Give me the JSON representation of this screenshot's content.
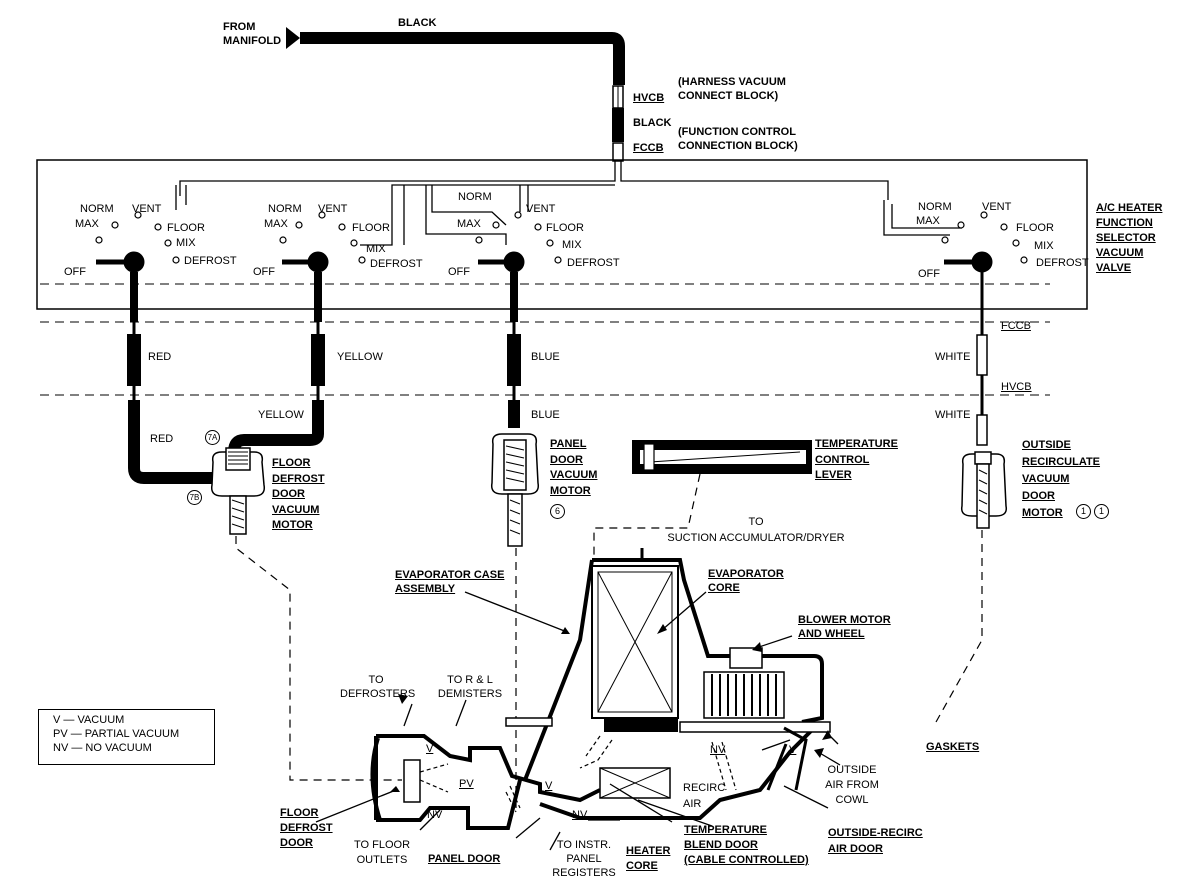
{
  "source": {
    "from_manifold": "FROM\nMANIFOLD",
    "black_top": "BLACK"
  },
  "hvcb": {
    "code": "HVCB",
    "desc": "(HARNESS VACUUM\nCONNECT BLOCK)"
  },
  "fccb": {
    "code": "FCCB",
    "desc": "(FUNCTION CONTROL\nCONNECTION BLOCK)"
  },
  "black_mid": "BLACK",
  "valve_title": "A/C HEATER\nFUNCTION\nSELECTOR\nVACUUM\nVALVE",
  "positions": {
    "norm": "NORM",
    "max": "MAX",
    "vent": "VENT",
    "floor": "FLOOR",
    "mix": "MIX",
    "defrost": "DEFROST",
    "off": "OFF"
  },
  "hoses": {
    "red": "RED",
    "yellow": "YELLOW",
    "blue": "BLUE",
    "white": "WHITE"
  },
  "block_labels": {
    "fccb": "FCCB",
    "hvcb": "HVCB"
  },
  "motors": {
    "floor_defrost": "FLOOR\nDEFROST\nDOOR\nVACUUM\nMOTOR",
    "panel": "PANEL\nDOOR\nVACUUM\nMOTOR",
    "outside_recirc": "OUTSIDE\nRECIRCULATE\nVACUUM\nDOOR\nMOTOR"
  },
  "callouts": {
    "c7a": "7A",
    "c7b": "7B",
    "c6": "6",
    "c1": "1"
  },
  "temperature_lever": "TEMPERATURE\nCONTROL\nLEVER",
  "suction": "TO\nSUCTION ACCUMULATOR/DRYER",
  "evap_case": "EVAPORATOR CASE\nASSEMBLY",
  "evap_core": "EVAPORATOR\nCORE",
  "blower": "BLOWER MOTOR\nAND WHEEL",
  "to_defrosters": "TO\nDEFROSTERS",
  "to_demisters": "TO R & L\nDEMISTERS",
  "legend": [
    "V — VACUUM",
    "PV — PARTIAL VACUUM",
    "NV — NO VACUUM"
  ],
  "codes": {
    "v": "V",
    "pv": "PV",
    "nv": "NV"
  },
  "gaskets": "GASKETS",
  "outside_air": "OUTSIDE\nAIR FROM\nCOWL",
  "recirc_air": "RECIRC\nAIR",
  "floor_defrost_door": "FLOOR\nDEFROST\nDOOR",
  "to_floor": "TO FLOOR\nOUTLETS",
  "panel_door": "PANEL DOOR",
  "to_instr": "TO INSTR.\nPANEL\nREGISTERS",
  "heater_core": "HEATER\nCORE",
  "temp_blend": "TEMPERATURE\nBLEND DOOR\n(CABLE CONTROLLED)",
  "outside_recirc_door": "OUTSIDE-RECIRC\nAIR DOOR"
}
